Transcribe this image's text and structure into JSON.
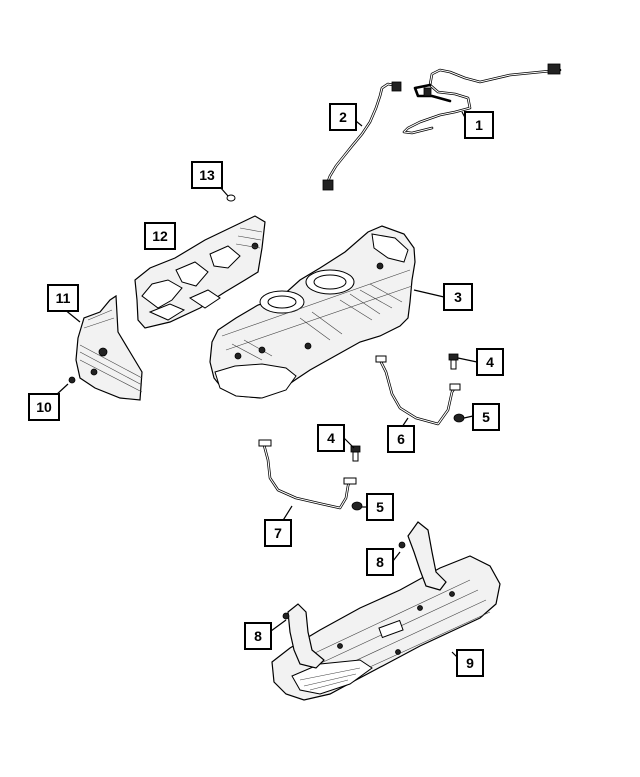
{
  "callouts": [
    {
      "id": "callout-1",
      "label": "1"
    },
    {
      "id": "callout-2",
      "label": "2"
    },
    {
      "id": "callout-3",
      "label": "3"
    },
    {
      "id": "callout-4a",
      "label": "4"
    },
    {
      "id": "callout-4b",
      "label": "4"
    },
    {
      "id": "callout-5a",
      "label": "5"
    },
    {
      "id": "callout-5b",
      "label": "5"
    },
    {
      "id": "callout-6",
      "label": "6"
    },
    {
      "id": "callout-7",
      "label": "7"
    },
    {
      "id": "callout-8a",
      "label": "8"
    },
    {
      "id": "callout-8b",
      "label": "8"
    },
    {
      "id": "callout-9",
      "label": "9"
    },
    {
      "id": "callout-10",
      "label": "10"
    },
    {
      "id": "callout-11",
      "label": "11"
    },
    {
      "id": "callout-12",
      "label": "12"
    },
    {
      "id": "callout-13",
      "label": "13"
    }
  ]
}
